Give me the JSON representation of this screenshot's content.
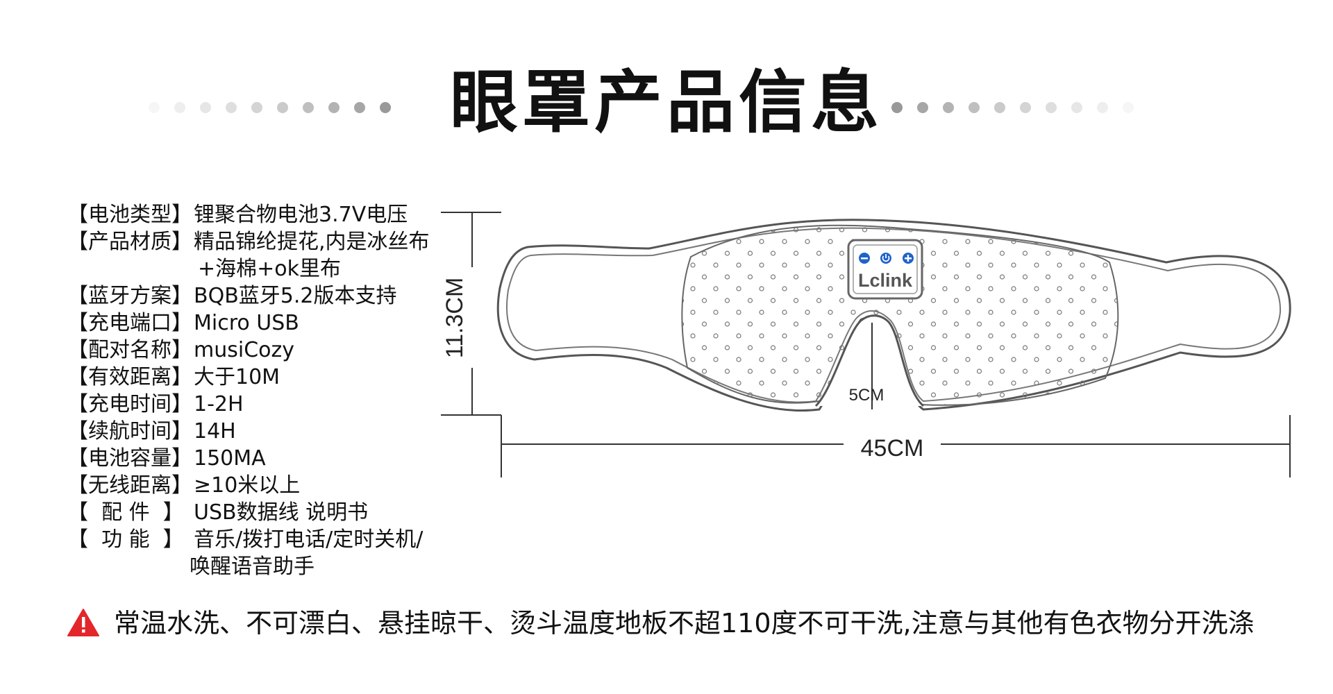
{
  "title": "眼罩产品信息",
  "specs": [
    {
      "label": "【电池类型】",
      "value": "锂聚合物电池3.7V电压"
    },
    {
      "label": "【产品材质】",
      "value": "精品锦纶提花,内是冰丝布",
      "cont": "+海棉+ok里布"
    },
    {
      "label": "【蓝牙方案】",
      "value": "BQB蓝牙5.2版本支持"
    },
    {
      "label": "【充电端口】",
      "value": "Micro USB"
    },
    {
      "label": "【配对名称】",
      "value": "musiCozy"
    },
    {
      "label": "【有效距离】",
      "value": "大于10M"
    },
    {
      "label": "【充电时间】",
      "value": "1-2H"
    },
    {
      "label": "【续航时间】",
      "value": "14H"
    },
    {
      "label": "【电池容量】",
      "value": "150MA"
    },
    {
      "label": "【无线距离】",
      "value": "≥10米以上"
    },
    {
      "label": "【  配 件  】",
      "value": "USB数据线 说明书"
    },
    {
      "label": "【  功 能  】",
      "value": "音乐/拨打电话/定时关机/",
      "cont": "唤醒语音助手"
    }
  ],
  "diagram": {
    "height_label": "11.3CM",
    "width_label": "45CM",
    "nose_label": "5CM",
    "brand": "Lclink",
    "buttons": [
      "minus-icon",
      "power-icon",
      "plus-icon"
    ],
    "outline_color": "#555555",
    "button_color": "#1e63c9"
  },
  "warning": {
    "icon": "warning-triangle-icon",
    "icon_color": "#e3262b",
    "text": "常温水洗、不可漂白、悬挂晾干、烫斗温度地板不超110度不可干洗,注意与其他有色衣物分开洗涤"
  }
}
